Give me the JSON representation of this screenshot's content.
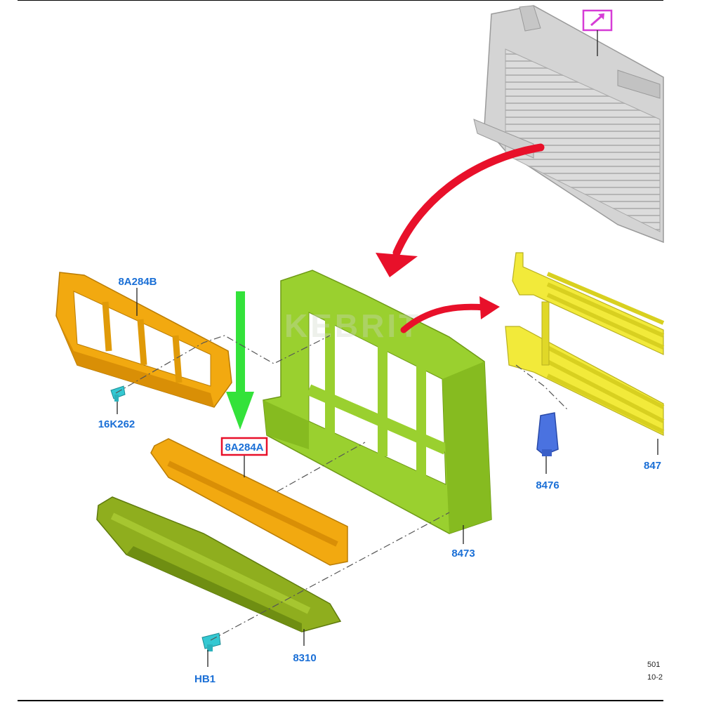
{
  "parts": {
    "p8A284B": "8A284B",
    "p16K262": "16K262",
    "p8A284A": "8A284A",
    "p8473": "8473",
    "p8310": "8310",
    "pHB1": "HB1",
    "p8476": "8476",
    "p847": "847"
  },
  "doc": {
    "code_line1": "501",
    "code_line2": "10-2"
  },
  "watermark": "KEBRIT",
  "colors": {
    "callout_text": "#1a6fd6",
    "highlight_box": "#e8102a",
    "reference_box": "#d63cd6",
    "arrow_red": "#e8102a",
    "arrow_green": "#33e23a",
    "part_orange": "#f2a910",
    "part_green": "#9ad02f",
    "part_olive": "#8fae1e",
    "part_yellow": "#f2ea3a",
    "part_blue": "#4a72e0",
    "part_cyan": "#34c8d2",
    "part_gray": "#d4d4d4"
  },
  "icons": [
    "expand-arrow-icon"
  ]
}
